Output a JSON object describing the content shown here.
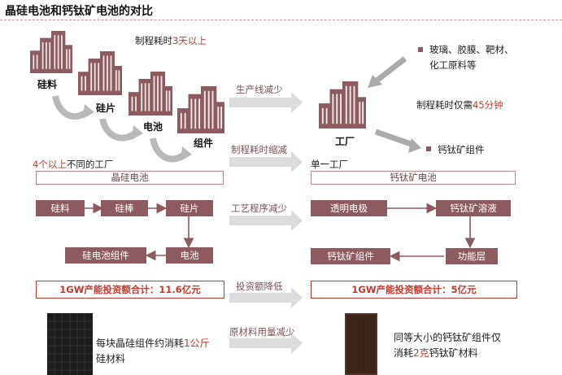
{
  "title": "晶硅电池和钙钛矿电池的对比",
  "left": {
    "buildings": [
      "硅料",
      "硅片",
      "电池",
      "组件"
    ],
    "time_prefix": "制程耗时",
    "time_value": "3天以上",
    "factories_value": "4个以上",
    "factories_suffix": "不同的工厂",
    "banner": "晶硅电池",
    "process": [
      "硅料",
      "硅棒",
      "硅片",
      "电池",
      "硅电池组件"
    ],
    "investment_label": "1GW产能投资额合计：",
    "investment_value": "11.6亿元",
    "material_text_prefix": "每块晶硅组件约消耗",
    "material_value": "1公斤",
    "material_text_suffix": "硅材料"
  },
  "middle": {
    "arrows": [
      "生产线减少",
      "制程耗时缩减",
      "工艺程序减少",
      "投资额降低",
      "原材料用量减少"
    ]
  },
  "right": {
    "inputs_line1": "玻璃、胶膜、靶材、",
    "inputs_line2": "化工原料等",
    "factory_label": "工厂",
    "time_prefix": "制程耗时仅需",
    "time_value": "45分钟",
    "output": "钙钛矿组件",
    "single_factory": "单一工厂",
    "banner": "钙钛矿电池",
    "process": [
      "透明电极",
      "钙钛矿溶液",
      "功能层",
      "钙钛矿组件"
    ],
    "investment_label": "1GW产能投资额合计：",
    "investment_value": "5亿元",
    "material_text_prefix": "同等大小的钙钛矿组件仅",
    "material_text_mid": "消耗",
    "material_value": "2克",
    "material_text_suffix": "钙钛矿材料"
  },
  "colors": {
    "building": "#8d5b5f",
    "box": "#8d5b5f",
    "highlight": "#c0392b",
    "gray_arrow": "#d9d9d9"
  }
}
